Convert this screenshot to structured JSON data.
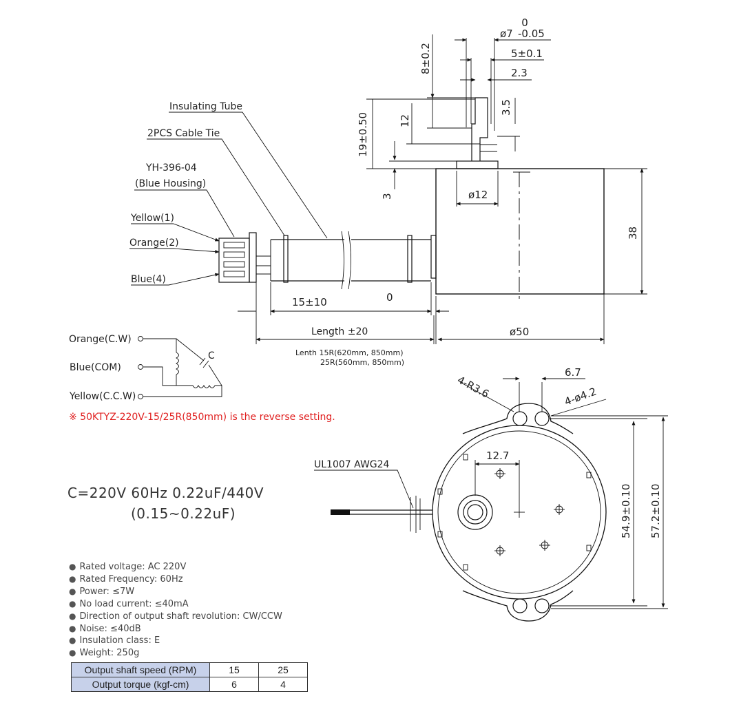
{
  "labels": {
    "insulating_tube": "Insulating Tube",
    "cable_tie": "2PCS Cable Tie",
    "housing_part": "YH-396-04",
    "housing_desc": "(Blue Housing)",
    "wire_yellow": "Yellow(1)",
    "wire_orange": "Orange(2)",
    "wire_blue": "Blue(4)",
    "cable_spec": "UL1007 AWG24",
    "capacitor": "C"
  },
  "dimensions": {
    "shaft_dia_nominal": "ø7",
    "shaft_dia_tol_upper": "0",
    "shaft_dia_tol_lower": "-0.05",
    "flat_width": "5±0.1",
    "flat_depth": "2.3",
    "shaft_length": "8±0.2",
    "flat_length": "12",
    "flat_offset": "3.5",
    "total_shaft": "19±0.50",
    "boss_height": "3",
    "boss_dia": "ø12",
    "body_height": "38",
    "lead_sleeve": "15±10",
    "zero": "0",
    "length": "Length ±20",
    "body_dia": "ø50",
    "mount_radius": "4-R3.6",
    "mount_hole_offset": "6.7",
    "mount_holes": "4-ø4.2",
    "hole_offset": "12.7",
    "hole_pitch_inner": "54.9±0.10",
    "hole_pitch_outer": "57.2±0.10"
  },
  "length_note": {
    "line1": "Lenth 15R(620mm, 850mm)",
    "line2": "25R(560mm, 850mm)"
  },
  "wiring": {
    "orange": "Orange(C.W)",
    "blue": "Blue(COM)",
    "yellow": "Yellow(C.C.W)"
  },
  "reverse_note": "※ 50KTYZ-220V-15/25R(850mm) is the reverse setting.",
  "capacitor_note": {
    "line1": "C=220V 60Hz 0.22uF/440V",
    "line2": "(0.15~0.22uF)"
  },
  "specs": [
    "Rated voltage: AC 220V",
    "Rated Frequency: 60Hz",
    "Power: ≤7W",
    "No load current: ≤40mA",
    "Direction of output shaft revolution: CW/CCW",
    "Noise: ≤40dB",
    "Insulation class: E",
    "Weight: 250g"
  ],
  "performance_table": {
    "rows": [
      {
        "label": "Output shaft speed (RPM)",
        "values": [
          "15",
          "25"
        ]
      },
      {
        "label": "Output torque (kgf-cm)",
        "values": [
          "6",
          "4"
        ]
      }
    ]
  },
  "colors": {
    "note": "#e02020",
    "table_header": "#c7d1ea"
  }
}
